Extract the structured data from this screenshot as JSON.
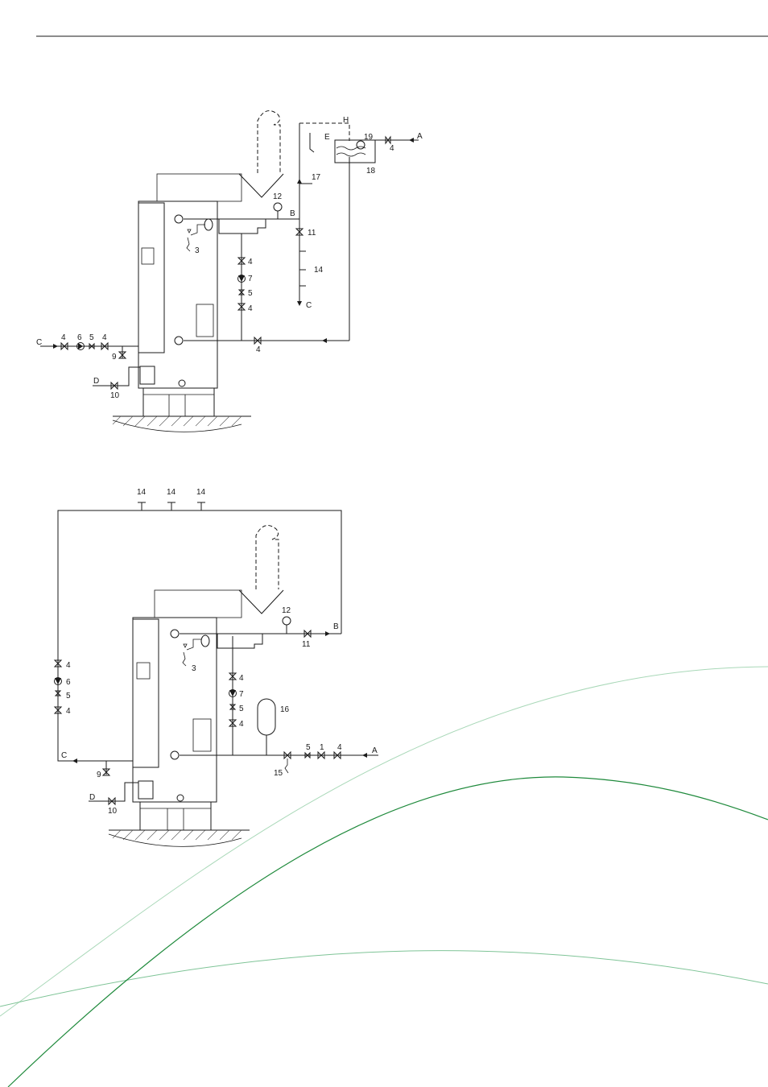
{
  "diagram_top": {
    "labels": {
      "C": "C",
      "D": "D",
      "A": "A",
      "B": "B",
      "E": "E",
      "H": "H",
      "C_out": "C",
      "n4a": "4",
      "n6": "6",
      "n5": "5",
      "n4b": "4",
      "n9": "9",
      "n10": "10",
      "n3": "3",
      "n12": "12",
      "n4c": "4",
      "n7": "7",
      "n5b": "5",
      "n4d": "4",
      "n4e": "4",
      "n11": "11",
      "n14": "14",
      "n17": "17",
      "n19": "19",
      "n18": "18",
      "n4f": "4"
    }
  },
  "diagram_bottom": {
    "labels": {
      "n14a": "14",
      "n14b": "14",
      "n14c": "14",
      "n12": "12",
      "B": "B",
      "n11": "11",
      "n4a": "4",
      "n6": "6",
      "n5": "5",
      "n4b": "4",
      "C": "C",
      "n9": "9",
      "D": "D",
      "n10": "10",
      "n3": "3",
      "n4c": "4",
      "n7": "7",
      "n5b": "5",
      "n4d": "4",
      "n16": "16",
      "n5c": "5",
      "n1": "1",
      "n4e": "4",
      "A": "A",
      "n15": "15"
    }
  },
  "colors": {
    "line": "#1a1a1a",
    "curve_dark": "#1f8a3c",
    "curve_light": "#9fd2b0"
  }
}
